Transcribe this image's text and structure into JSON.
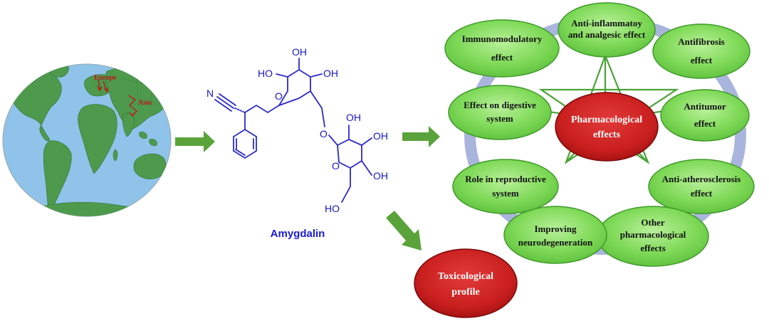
{
  "map": {
    "labels": [
      "Europe",
      "Asia"
    ]
  },
  "molecule": {
    "name": "Amygdalin",
    "atoms": {
      "oh_top": "OH",
      "ho_left": "HO",
      "oh_right": "OH",
      "nitrile_n": "N",
      "glycosidic_o": "O",
      "ring1_o": "O",
      "ring2_o": "O",
      "oh_ring2_top": "OH",
      "oh_ring2_right": "OH",
      "oh_ring2_lower": "OH",
      "ho_bottom": "HO"
    }
  },
  "pharmacology": {
    "center": [
      "Pharmacological",
      "effects"
    ],
    "effects": [
      {
        "id": "anti-inflammatory",
        "lines": [
          "Anti-inflammatoy",
          "and analgesic effect"
        ]
      },
      {
        "id": "antifibrosis",
        "lines": [
          "Antifibrosis",
          "effect"
        ]
      },
      {
        "id": "antitumor",
        "lines": [
          "Antitumor",
          "effect"
        ]
      },
      {
        "id": "anti-atherosclerosis",
        "lines": [
          "Anti-atherosclerosis",
          "effect"
        ]
      },
      {
        "id": "other",
        "lines": [
          "Other",
          "pharmacological",
          "effects"
        ]
      },
      {
        "id": "neurodegeneration",
        "lines": [
          "Improving",
          "neurodegeneration"
        ]
      },
      {
        "id": "reproductive",
        "lines": [
          "Role in reproductive",
          "system"
        ]
      },
      {
        "id": "digestive",
        "lines": [
          "Effect on digestive",
          "system"
        ]
      },
      {
        "id": "immunomodulatory",
        "lines": [
          "Immunomodulatory",
          "effect"
        ]
      }
    ]
  },
  "toxicology": {
    "lines": [
      "Toxicological",
      "profile"
    ]
  },
  "colors": {
    "effect_fill": "#7ed957",
    "effect_stroke": "#3f9a2a",
    "center_fill": "#c81e1e",
    "ring": "#a9b5dd",
    "arrow": "#5aa33a",
    "molecule": "#1515c8",
    "ocean": "#8fc3ea",
    "land": "#4d9a4d"
  }
}
